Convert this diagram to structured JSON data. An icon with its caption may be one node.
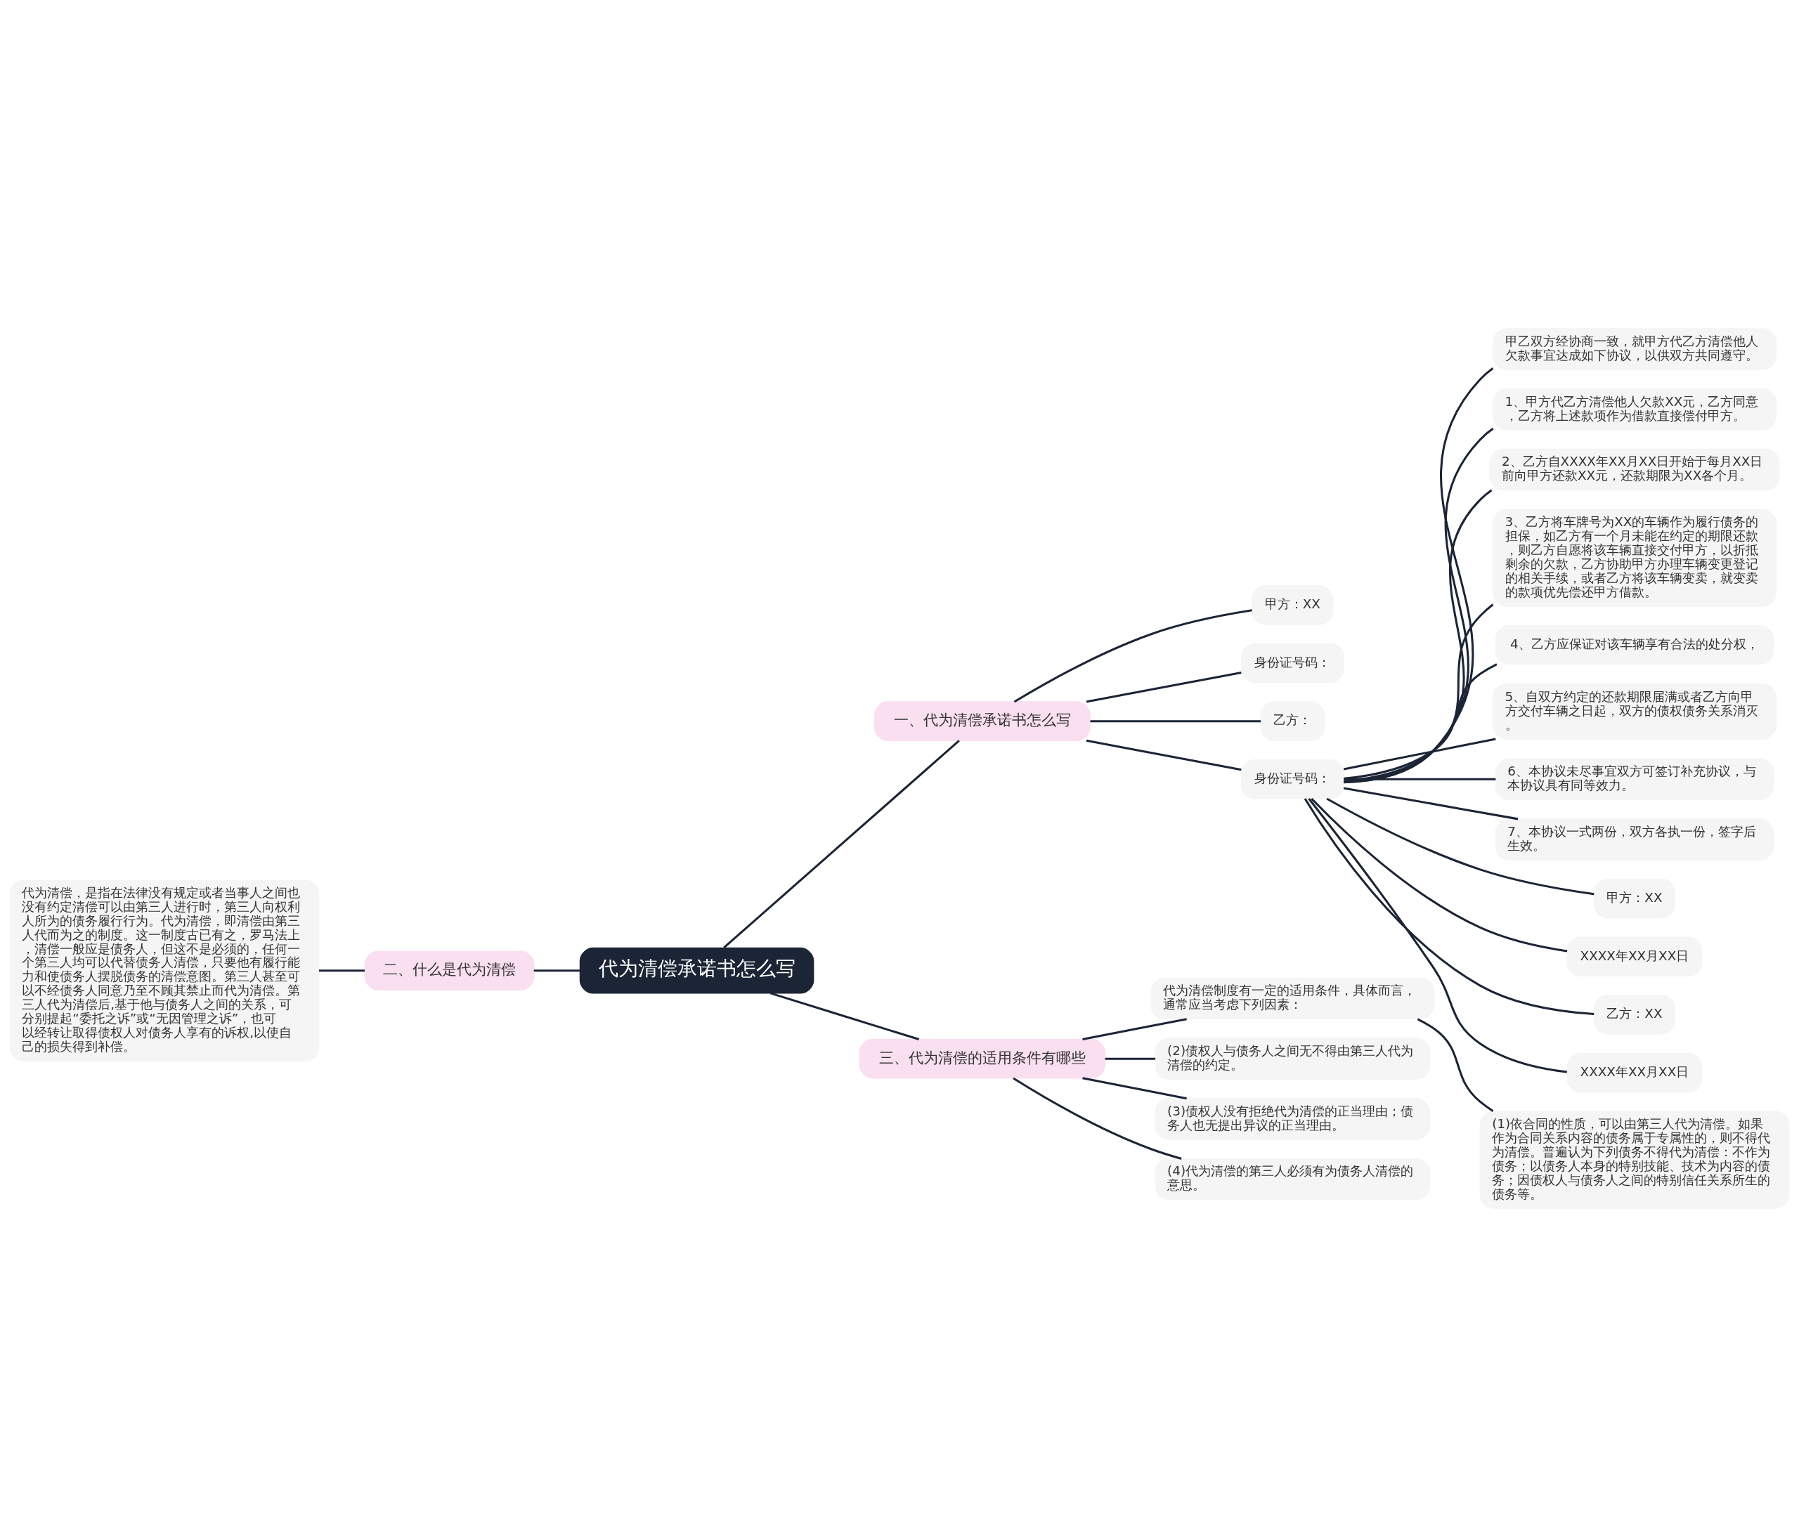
{
  "diagram": {
    "nodes": [
      {
        "text": [
          "代为清偿承诺书怎么写"
        ]
      },
      {
        "text": [
          "一、代为清偿承诺书怎么写"
        ]
      },
      {
        "text": [
          "甲方：XX"
        ]
      },
      {
        "text": [
          "身份证号码："
        ]
      },
      {
        "text": [
          "乙方："
        ]
      },
      {
        "text": [
          "身份证号码："
        ]
      },
      {
        "text": [
          "甲乙双方经协商一致，就甲方代乙方清偿他人欠款事宜达成如下协议，以供双方共同遵守。"
        ]
      },
      {
        "text": [
          "1、甲方代乙方清偿他人欠款XX元，乙方同意，乙方将上述款项作为借款直接偿付甲方。"
        ]
      },
      {
        "text": [
          "2、乙方自XXXX年XX月XX日开始于每月XX日前向甲方还款XX元，还款期限为XX各个月。"
        ]
      },
      {
        "text": [
          "3、乙方将车牌号为XX的车辆作为履行债务的担保，如乙方有一个月未能在约定的期限还款，则乙方自愿将该车辆直接交付甲方，以折抵剩余的欠款，乙方协助甲方办理车辆变更登记的相关手续，或者乙方将该车辆变卖，就变卖的款项优先偿还甲方借款。"
        ]
      },
      {
        "text": [
          "4、乙方应保证对该车辆享有合法的处分权，"
        ]
      },
      {
        "text": [
          "5、自双方约定的还款期限届满或者乙方向甲方交付车辆之日起，双方的债权债务关系消灭。"
        ]
      },
      {
        "text": [
          "6、本协议未尽事宜双方可签订补充协议，与本协议具有同等效力。"
        ]
      },
      {
        "text": [
          "7、本协议一式两份，双方各执一份，签字后生效。"
        ]
      },
      {
        "text": [
          "甲方：XX"
        ]
      },
      {
        "text": [
          "XXXX年XX月XX日"
        ]
      },
      {
        "text": [
          "乙方：XX"
        ]
      },
      {
        "text": [
          "XXXX年XX月XX日"
        ]
      },
      {
        "text": [
          "二、什么是代为清偿"
        ]
      },
      {
        "text": [
          "代为清偿，是指在法律没有规定或者当事人之间也没有约定清偿可以由第三人进行时，第三人向权利人所为的债务履行行为。代为清偿，即清偿由第三人代而为之的制度。这一制度古已有之，罗马法上，清偿一般应是债务人，但这不是必须的，任何一个第三人均可以代替债务人清偿，只要他有履行能力和使债务人摆脱债务的清偿意图。第三人甚至可以不经债务人同意乃至不顾其禁止而代为清偿。第三人代为清偿后,基于他与债务人之间的关系，可分别提起“委托之诉”或“无因管理之诉”，也可以经转让取得债权人对债务人享有的诉权,以使自己的损失得到补偿。"
        ]
      },
      {
        "text": [
          "三、代为清偿的适用条件有哪些"
        ]
      },
      {
        "text": [
          "代为清偿制度有一定的适用条件，具体而言，通常应当考虑下列因素："
        ]
      },
      {
        "text": [
          "(1)依合同的性质，可以由第三人代为清偿。如果作为合同关系内容的债务属于专属性的，则不得代为清偿。普遍认为下列债务不得代为清偿：不作为债务；以债务人本身的特别技能、技术为内容的债务；因债权人与债务人之间的特别信任关系所生的债务等。"
        ]
      },
      {
        "text": [
          "(2)债权人与债务人之间无不得由第三人代为清偿的约定。"
        ]
      },
      {
        "text": [
          "(3)债权人没有拒绝代为清偿的正当理由；债务人也无提出异议的正当理由。"
        ]
      },
      {
        "text": [
          "(4)代为清偿的第三人必须有为债务人清偿的意思。"
        ]
      }
    ],
    "edges": [
      {
        "from": 0,
        "to": 1,
        "arrow": "none"
      },
      {
        "from": 1,
        "to": 2,
        "arrow": "none"
      },
      {
        "from": 1,
        "to": 3,
        "arrow": "none"
      },
      {
        "from": 1,
        "to": 4,
        "arrow": "none"
      },
      {
        "from": 1,
        "to": 5,
        "arrow": "none"
      },
      {
        "from": 5,
        "to": 6,
        "arrow": "none"
      },
      {
        "from": 5,
        "to": 7,
        "arrow": "none"
      },
      {
        "from": 5,
        "to": 8,
        "arrow": "none"
      },
      {
        "from": 5,
        "to": 9,
        "arrow": "none"
      },
      {
        "from": 5,
        "to": 10,
        "arrow": "none"
      },
      {
        "from": 5,
        "to": 11,
        "arrow": "none"
      },
      {
        "from": 5,
        "to": 12,
        "arrow": "none"
      },
      {
        "from": 5,
        "to": 13,
        "arrow": "none"
      },
      {
        "from": 5,
        "to": 14,
        "arrow": "none"
      },
      {
        "from": 5,
        "to": 15,
        "arrow": "none"
      },
      {
        "from": 5,
        "to": 16,
        "arrow": "none"
      },
      {
        "from": 5,
        "to": 17,
        "arrow": "none"
      },
      {
        "from": 0,
        "to": 18,
        "arrow": "none"
      },
      {
        "from": 18,
        "to": 19,
        "arrow": "none"
      },
      {
        "from": 0,
        "to": 20,
        "arrow": "none"
      },
      {
        "from": 20,
        "to": 21,
        "arrow": "none"
      },
      {
        "from": 21,
        "to": 22,
        "arrow": "none"
      },
      {
        "from": 20,
        "to": 23,
        "arrow": "none"
      },
      {
        "from": 20,
        "to": 24,
        "arrow": "none"
      },
      {
        "from": 20,
        "to": 25,
        "arrow": "none"
      }
    ]
  }
}
